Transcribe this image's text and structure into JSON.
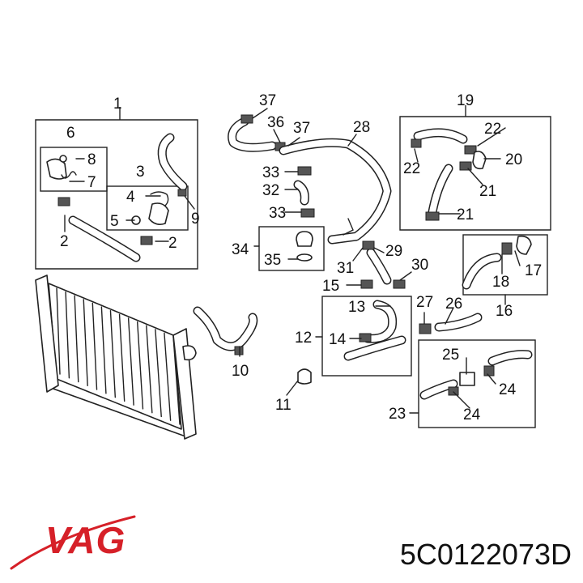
{
  "diagram": {
    "callouts": [
      "1",
      "2",
      "2",
      "3",
      "4",
      "5",
      "6",
      "7",
      "8",
      "9",
      "10",
      "11",
      "12",
      "13",
      "14",
      "15",
      "16",
      "17",
      "18",
      "19",
      "20",
      "21",
      "21",
      "22",
      "22",
      "23",
      "24",
      "24",
      "25",
      "26",
      "27",
      "28",
      "29",
      "30",
      "31",
      "32",
      "33",
      "33",
      "34",
      "35",
      "36",
      "37",
      "37"
    ]
  },
  "brand": {
    "text": "VAG",
    "color": "#d62028"
  },
  "part_number": "5C0122073D"
}
